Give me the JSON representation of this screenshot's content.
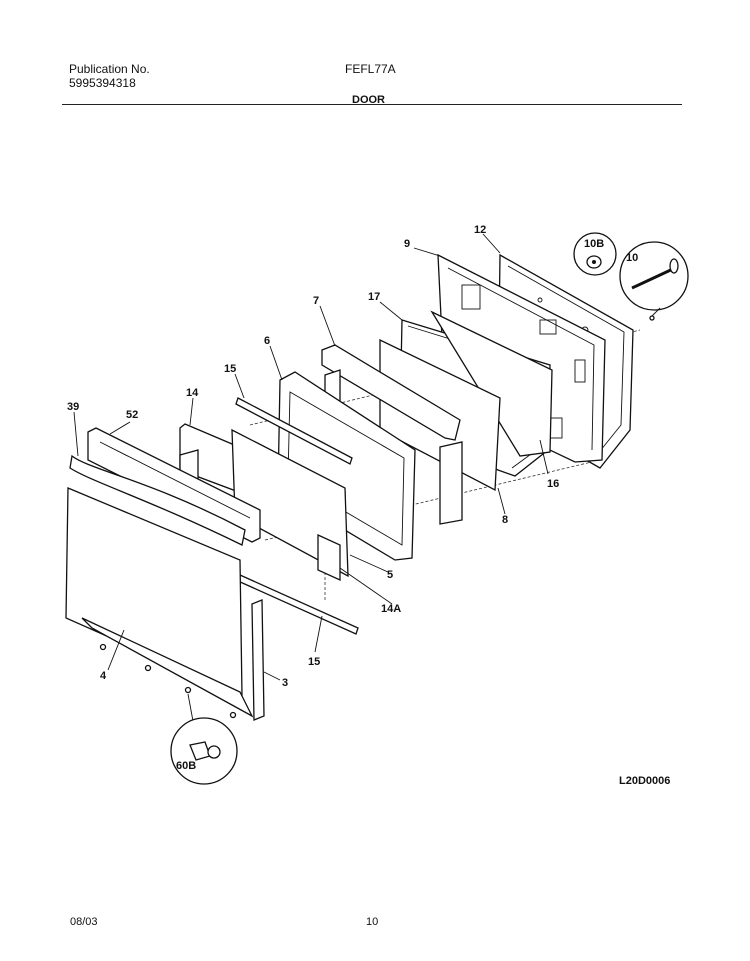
{
  "header": {
    "publication_label": "Publication No.",
    "publication_number": "5995394318",
    "model": "FEFL77A",
    "section": "DOOR"
  },
  "diagram": {
    "callouts": {
      "c12": "12",
      "c9": "9",
      "c10b": "10B",
      "c10": "10",
      "c7": "7",
      "c17": "17",
      "c6": "6",
      "c15a": "15",
      "c14": "14",
      "c39": "39",
      "c52": "52",
      "c16": "16",
      "c8": "8",
      "c5": "5",
      "c14a": "14A",
      "c15b": "15",
      "c4": "4",
      "c3": "3",
      "c60b": "60B"
    },
    "diagram_code": "L20D0006"
  },
  "footer": {
    "date": "08/03",
    "page": "10"
  }
}
